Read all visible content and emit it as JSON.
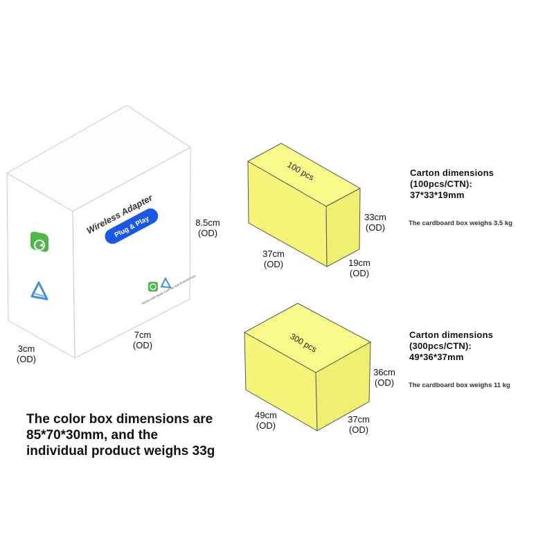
{
  "product_box": {
    "brand_text": "Wireless Adapter",
    "badge_text": "Plug & Play",
    "small_print": "Works with Apple CarPlay and Android Auto",
    "icons": [
      "carplay-icon",
      "android-auto-icon"
    ],
    "colors": {
      "badge": "#1a56e8",
      "carplay_green": "#4cb848",
      "android_blue": "#3b8fe0"
    }
  },
  "product_dims": {
    "height": {
      "value": "8.5cm",
      "note": "(OD)"
    },
    "width": {
      "value": "7cm",
      "note": "(OD)"
    },
    "depth": {
      "value": "3cm",
      "note": "(OD)"
    }
  },
  "cartons": [
    {
      "count_label": "100 pcs",
      "title_lines": [
        "Carton dimensions",
        "(100pcs/CTN):",
        "37*33*19mm"
      ],
      "weight": "The cardboard box weighs 3.5 kg",
      "dims": {
        "length": {
          "value": "37cm",
          "note": "(OD)"
        },
        "height": {
          "value": "33cm",
          "note": "(OD)"
        },
        "depth": {
          "value": "19cm",
          "note": "(OD)"
        }
      }
    },
    {
      "count_label": "300 pcs",
      "title_lines": [
        "Carton dimensions",
        "(300pcs/CTN):",
        "49*36*37mm"
      ],
      "weight": "The cardboard box weighs 11 kg",
      "dims": {
        "length": {
          "value": "49cm",
          "note": "(OD)"
        },
        "height": {
          "value": "36cm",
          "note": "(OD)"
        },
        "depth": {
          "value": "37cm",
          "note": "(OD)"
        }
      }
    }
  ],
  "carton_color": "#f7f77a",
  "summary_lines": [
    "The color box dimensions are",
    "85*70*30mm, and the",
    "individual product weighs 33g"
  ]
}
